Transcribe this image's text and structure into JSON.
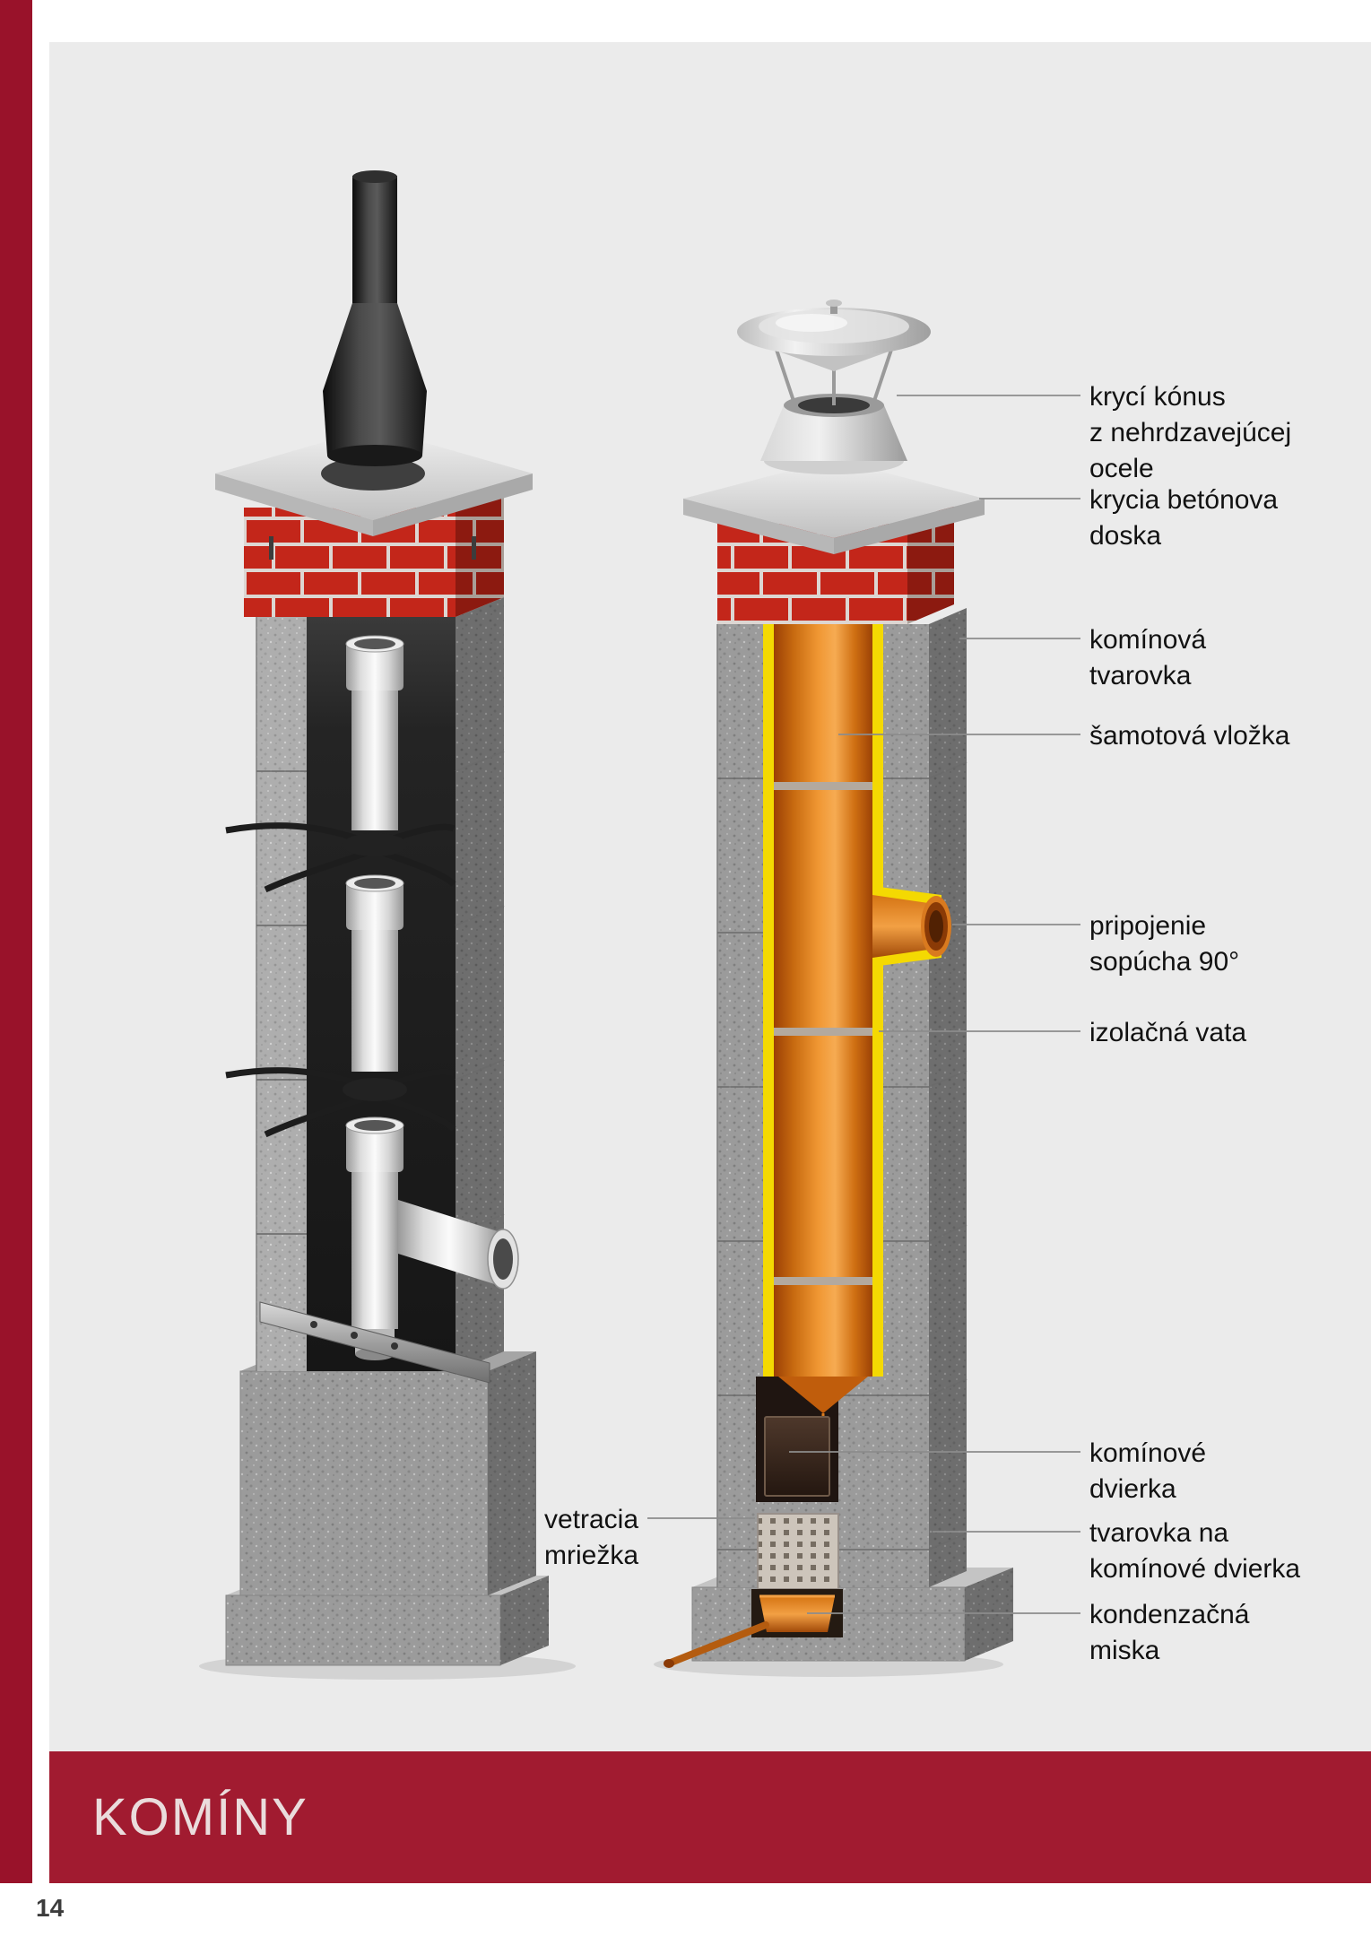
{
  "page": {
    "footer_title": "KOMÍNY",
    "number": "14"
  },
  "callouts": [
    {
      "id": "kryci-konus",
      "text": "krycí kónus\nz nehrdzavejúcej\nocele"
    },
    {
      "id": "krycia-betonova-doska",
      "text": "krycia betónova\ndoska"
    },
    {
      "id": "kominova-tvarovka",
      "text": "komínová\ntvarovka"
    },
    {
      "id": "samotova-vlozka",
      "text": "šamotová vložka"
    },
    {
      "id": "pripojenie-sopucha-90",
      "text": "pripojenie\nsopúcha 90°"
    },
    {
      "id": "izolacna-vata",
      "text": "izolačná vata"
    },
    {
      "id": "kominove-dvierka",
      "text": "komínové\ndvierka"
    },
    {
      "id": "tvarovka-na-kominove-dvierka",
      "text": "tvarovka na\nkomínové dvierka"
    },
    {
      "id": "kondenzacna-miska",
      "text": "kondenzačná\nmiska"
    },
    {
      "id": "vetracia-mriezka",
      "text": "vetracia\nmriežka"
    }
  ],
  "colors": {
    "accent_red": "#a11b30",
    "strip_red": "#99122a",
    "brick_red": "#c3261a",
    "liner_orange": "#e07818",
    "insulation_yellow": "#f4d902",
    "concrete_gray": "#9b9b9b"
  }
}
